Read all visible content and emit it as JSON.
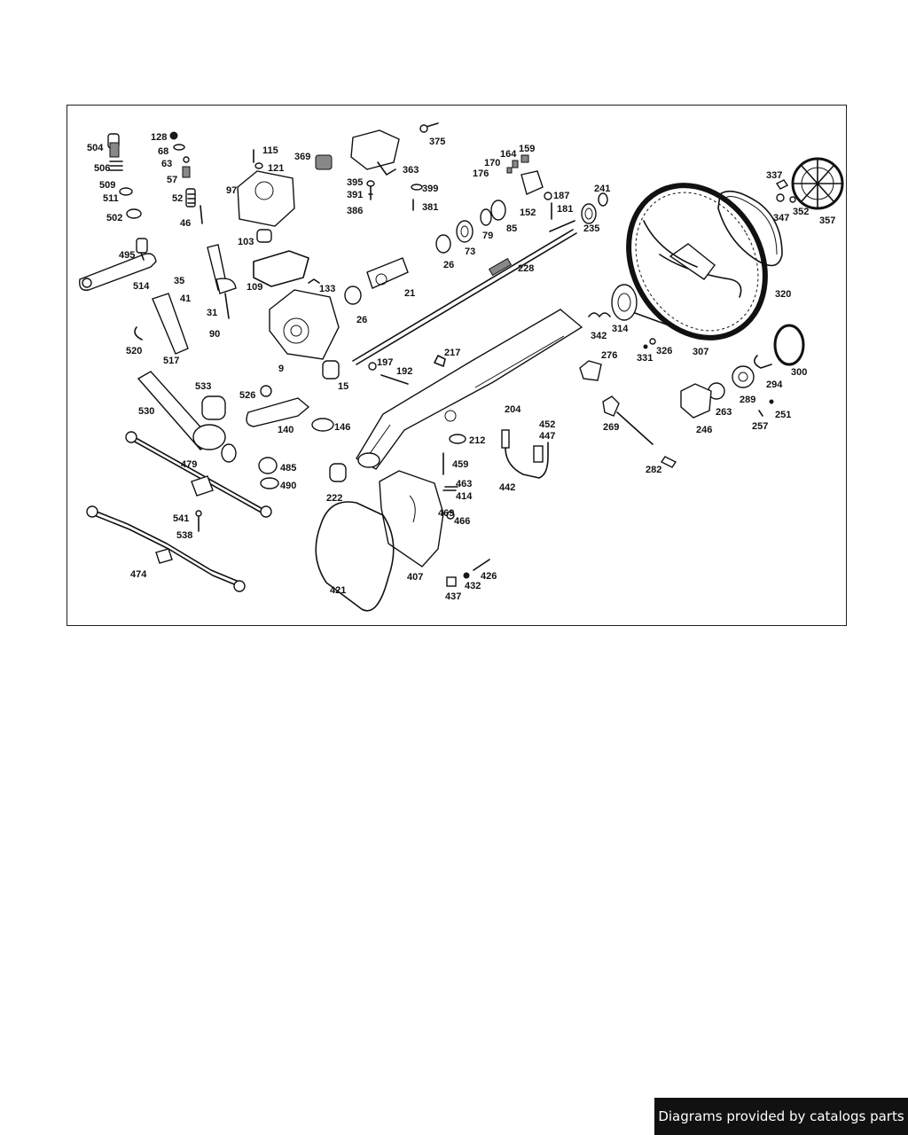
{
  "diagram": {
    "part_labels": [
      "504",
      "128",
      "68",
      "63",
      "57",
      "506",
      "509",
      "511",
      "502",
      "52",
      "46",
      "495",
      "514",
      "35",
      "41",
      "31",
      "90",
      "520",
      "517",
      "115",
      "121",
      "97",
      "103",
      "109",
      "133",
      "369",
      "375",
      "363",
      "395",
      "391",
      "386",
      "399",
      "381",
      "159",
      "164",
      "170",
      "176",
      "187",
      "181",
      "152",
      "241",
      "235",
      "85",
      "79",
      "73",
      "26",
      "21",
      "228",
      "337",
      "347",
      "352",
      "357",
      "320",
      "314",
      "342",
      "326",
      "331",
      "307",
      "300",
      "294",
      "289",
      "263",
      "246",
      "251",
      "257",
      "9",
      "15",
      "526",
      "146",
      "140",
      "533",
      "530",
      "479",
      "485",
      "490",
      "541",
      "538",
      "474",
      "197",
      "192",
      "217",
      "276",
      "204",
      "452",
      "447",
      "212",
      "269",
      "282",
      "459",
      "463",
      "414",
      "469",
      "466",
      "442",
      "222",
      "421",
      "407",
      "426",
      "432",
      "437"
    ]
  },
  "footer": {
    "credit": "Diagrams provided by catalogs parts"
  }
}
